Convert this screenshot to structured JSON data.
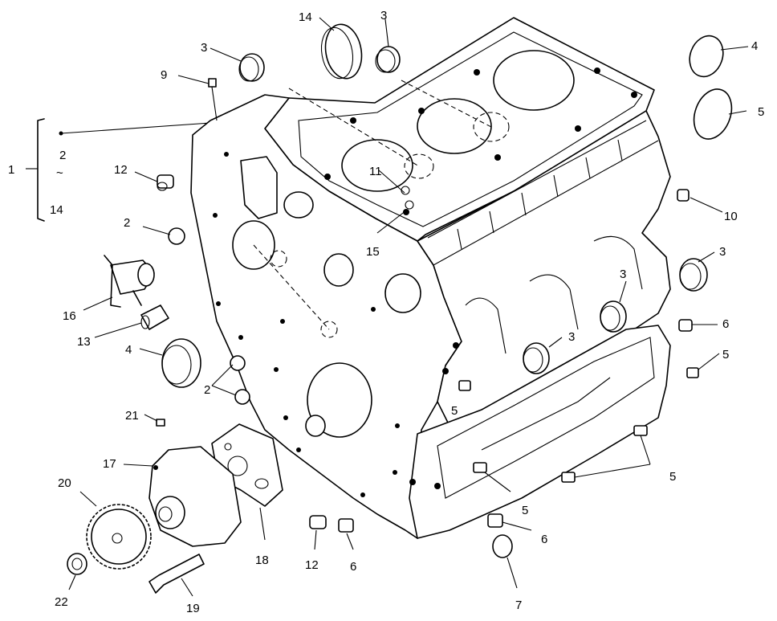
{
  "callouts": [
    {
      "id": "bracket-1",
      "text": "1"
    },
    {
      "id": "bracket-2",
      "text": "2"
    },
    {
      "id": "bracket-tilde",
      "text": "~"
    },
    {
      "id": "bracket-14",
      "text": "14"
    },
    {
      "id": "c3a",
      "text": "3"
    },
    {
      "id": "c9",
      "text": "9"
    },
    {
      "id": "c14",
      "text": "14"
    },
    {
      "id": "c3b",
      "text": "3"
    },
    {
      "id": "c4a",
      "text": "4"
    },
    {
      "id": "c5a",
      "text": "5"
    },
    {
      "id": "c12a",
      "text": "12"
    },
    {
      "id": "c11",
      "text": "11"
    },
    {
      "id": "c10",
      "text": "10"
    },
    {
      "id": "c2a",
      "text": "2"
    },
    {
      "id": "c15",
      "text": "15"
    },
    {
      "id": "c16",
      "text": "16"
    },
    {
      "id": "c3c",
      "text": "3"
    },
    {
      "id": "c3d",
      "text": "3"
    },
    {
      "id": "c13",
      "text": "13"
    },
    {
      "id": "c6a",
      "text": "6"
    },
    {
      "id": "c4b",
      "text": "4"
    },
    {
      "id": "c3e",
      "text": "3"
    },
    {
      "id": "c5b",
      "text": "5"
    },
    {
      "id": "c2b",
      "text": "2"
    },
    {
      "id": "c5c",
      "text": "5"
    },
    {
      "id": "c21",
      "text": "21"
    },
    {
      "id": "c17",
      "text": "17"
    },
    {
      "id": "c5d",
      "text": "5"
    },
    {
      "id": "c20",
      "text": "20"
    },
    {
      "id": "c5e",
      "text": "5"
    },
    {
      "id": "c6b",
      "text": "6"
    },
    {
      "id": "c18",
      "text": "18"
    },
    {
      "id": "c12b",
      "text": "12"
    },
    {
      "id": "c6c",
      "text": "6"
    },
    {
      "id": "c22",
      "text": "22"
    },
    {
      "id": "c19",
      "text": "19"
    },
    {
      "id": "c7",
      "text": "7"
    }
  ]
}
